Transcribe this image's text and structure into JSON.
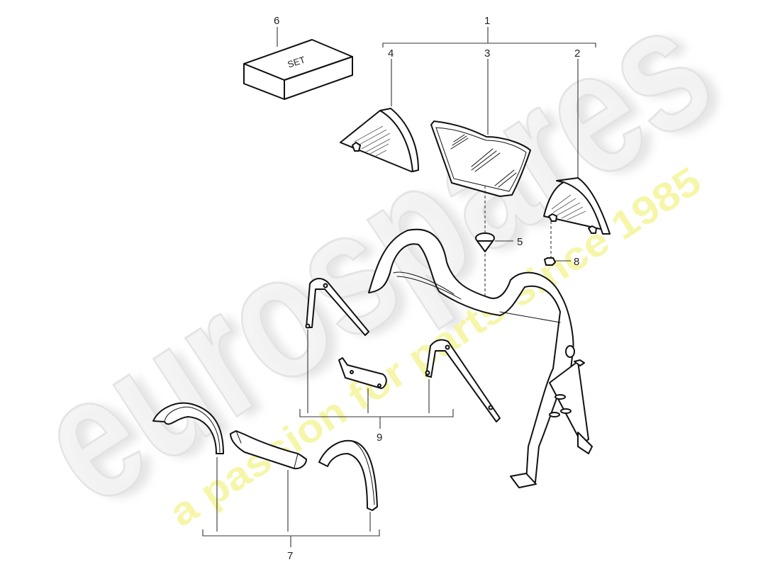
{
  "diagram": {
    "type": "exploded parts diagram",
    "subject": "roll-over bar / windscreen (wind deflector) assembly",
    "watermark": {
      "brand": "eurospares",
      "tagline": "a passion for parts since 1985",
      "brand_color": "#e6e6e6",
      "tagline_color": "#f3f39a"
    },
    "set_box_label": "SET",
    "callouts": [
      {
        "id": "1",
        "label": "1",
        "part": "wind deflector assembly (group of 2, 3, 4)"
      },
      {
        "id": "2",
        "label": "2",
        "part": "side wind deflector, right"
      },
      {
        "id": "3",
        "label": "3",
        "part": "centre wind deflector panel"
      },
      {
        "id": "4",
        "label": "4",
        "part": "side wind deflector, left"
      },
      {
        "id": "5",
        "label": "5",
        "part": "expanding clip"
      },
      {
        "id": "6",
        "label": "6",
        "part": "set"
      },
      {
        "id": "7",
        "label": "7",
        "part": "trim covers (group)"
      },
      {
        "id": "8",
        "label": "8",
        "part": "clip"
      },
      {
        "id": "9",
        "label": "9",
        "part": "brackets (group)"
      }
    ]
  }
}
